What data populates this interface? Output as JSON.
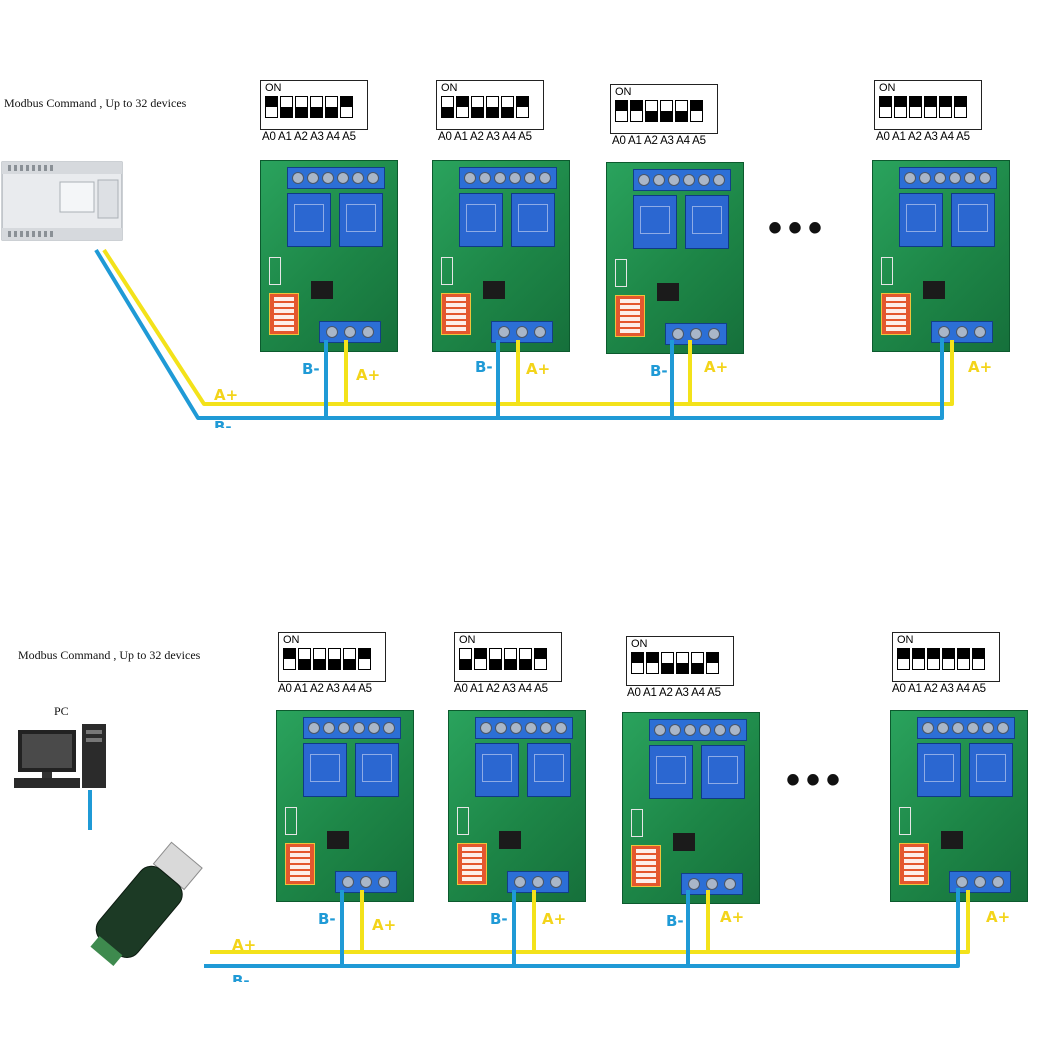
{
  "sections": [
    {
      "caption": "Modbus Command , Up to 32 devices",
      "source_device": "plc",
      "source_label": "",
      "dip_on": "ON",
      "address_labels": "A0 A1 A2 A3 A4 A5",
      "wire_a_label": "A+",
      "wire_b_label": "B-",
      "ellipsis": "•••",
      "boards": [
        {
          "switches": [
            "up",
            "down",
            "down",
            "down",
            "down",
            "up"
          ]
        },
        {
          "switches": [
            "down",
            "up",
            "down",
            "down",
            "down",
            "up"
          ]
        },
        {
          "switches": [
            "up",
            "up",
            "down",
            "down",
            "down",
            "up"
          ]
        },
        {
          "switches": [
            "up",
            "up",
            "up",
            "up",
            "up",
            "up"
          ]
        }
      ]
    },
    {
      "caption": "Modbus Command , Up to 32 devices",
      "source_device": "pc",
      "source_label": "PC",
      "dip_on": "ON",
      "address_labels": "A0 A1 A2 A3 A4 A5",
      "wire_a_label": "A+",
      "wire_b_label": "B-",
      "ellipsis": "•••",
      "boards": [
        {
          "switches": [
            "up",
            "down",
            "down",
            "down",
            "down",
            "up"
          ]
        },
        {
          "switches": [
            "down",
            "up",
            "down",
            "down",
            "down",
            "up"
          ]
        },
        {
          "switches": [
            "up",
            "up",
            "down",
            "down",
            "down",
            "up"
          ]
        },
        {
          "switches": [
            "up",
            "up",
            "up",
            "up",
            "up",
            "up"
          ]
        }
      ]
    }
  ],
  "colors": {
    "wire_a": "#f3e21a",
    "wire_b": "#1f9ad6",
    "pcb": "#1f8f4e",
    "terminal": "#2c6fd6",
    "relay": "#2b67d1",
    "dip_switch": "#e4572e"
  }
}
